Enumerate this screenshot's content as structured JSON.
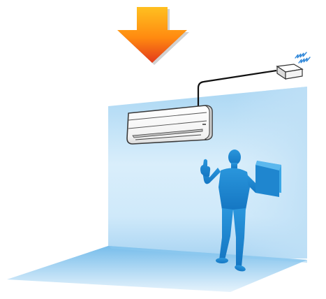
{
  "scene": {
    "type": "illustration",
    "elements": [
      "arrow-down-icon",
      "wireless-signal-icon",
      "wireless-receiver-unit",
      "air-conditioner-indoor-unit",
      "person-silhouette",
      "document-folder-icon",
      "room-corner"
    ]
  },
  "colors": {
    "arrow_top": "#FFB300",
    "arrow_bottom": "#E53A1E",
    "room_blue": "#7EC0EC",
    "wall_fade": "#EAF5FD",
    "person": "#1E8FD6",
    "document": "#3BA7E6",
    "signal": "#2E86D8",
    "cable": "#111111",
    "unit_stroke": "#3a3a3a"
  }
}
